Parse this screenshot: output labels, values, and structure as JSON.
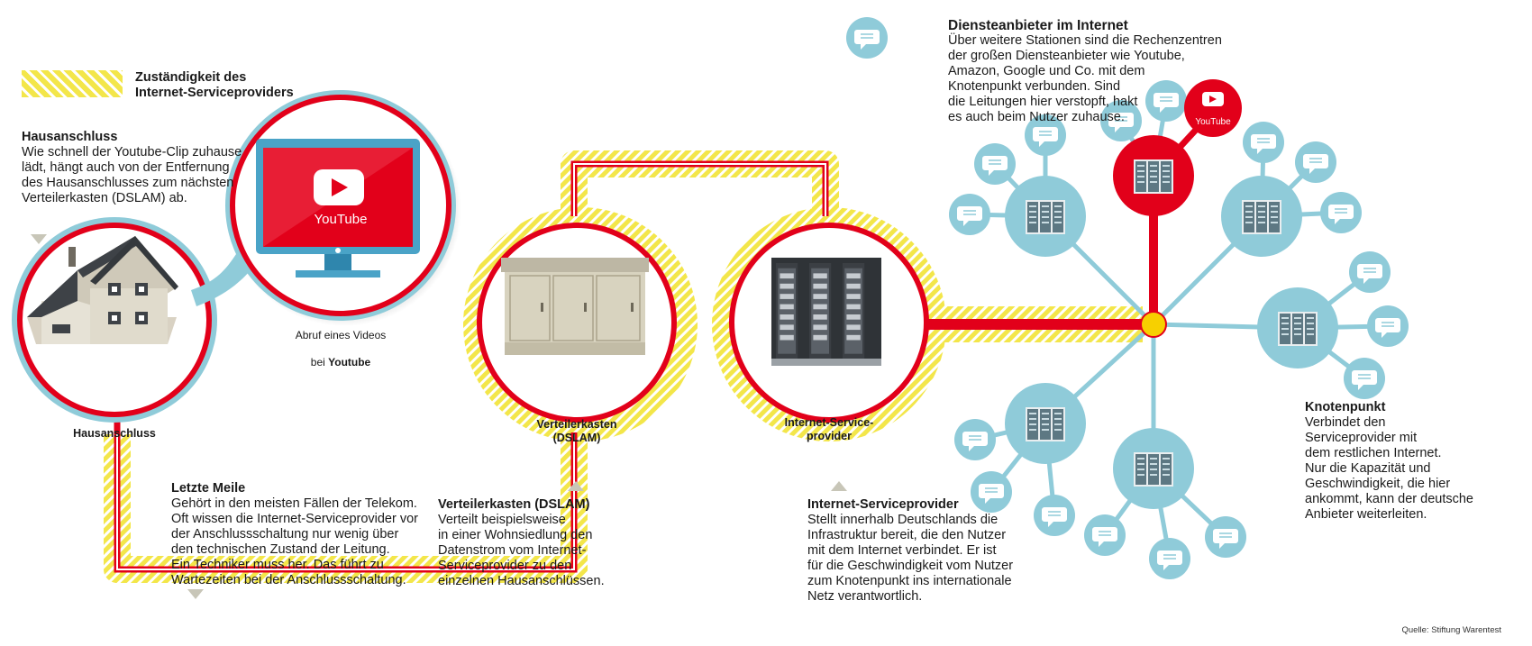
{
  "legend": {
    "label": "Zuständigkeit des\nInternet-Serviceproviders",
    "swatch_color": "#f3e64a"
  },
  "colors": {
    "red": "#e2001a",
    "yellow": "#f3e64a",
    "light_blue": "#8fcbd9",
    "node_yellow": "#f7d000",
    "arrow_gray": "#c8c6b8"
  },
  "hausanschluss": {
    "heading": "Hausanschluss",
    "body": "Wie schnell der Youtube-Clip zuhause\nlädt, hängt auch von der Entfernung\ndes Hausanschlusses zum nächsten\nVerteilerkasten (DSLAM) ab.",
    "circle_label": "Hausanschluss"
  },
  "video_bubble": {
    "logo_text": "YouTube",
    "caption_line1": "Abruf eines Videos",
    "caption_prefix": "bei ",
    "caption_bold": "Youtube"
  },
  "letzte_meile": {
    "heading": "Letzte Meile",
    "body": "Gehört in den meisten Fällen der Telekom.\nOft wissen die Internet-Serviceprovider vor\nder Anschlussschaltung nur wenig über\nden technischen Zustand der Leitung.\nEin Techniker muss her. Das führt zu\nWartezeiten bei der Anschlussschaltung."
  },
  "verteilerkasten": {
    "heading": "Verteilerkasten (DSLAM)",
    "body": "Verteilt beispielsweise\nin einer Wohnsiedlung den\nDatenstrom vom Internet-\nServiceprovider zu den\neinzelnen Hausanschlüssen.",
    "circle_label": "Verteilerkasten\n(DSLAM)"
  },
  "isp": {
    "heading": "Internet-Serviceprovider",
    "body": "Stellt innerhalb Deutschlands die\nInfrastruktur bereit, die den Nutzer\nmit dem Internet verbindet. Er ist\nfür die Geschwindigkeit vom Nutzer\nzum Knotenpunkt ins internationale\nNetz verantwortlich.",
    "circle_label": "Internet-Service-\nprovider"
  },
  "dienste": {
    "heading": "Diensteanbieter im Internet",
    "body": "Über weitere Stationen sind die Rechenzentren\nder großen Diensteanbieter wie Youtube,\nAmazon, Google und Co. mit dem\nKnotenpunkt verbunden. Sind\ndie Leitungen hier verstopft, hakt\nes auch beim Nutzer zuhause.",
    "youtube_badge": "YouTube"
  },
  "knotenpunkt": {
    "heading": "Knotenpunkt",
    "body": "Verbindet den\nServiceprovider mit\ndem restlichen Internet.\nNur die Kapazität und\nGeschwindigkeit, die hier\nankommt, kann der deutsche\nAnbieter weiterleiten."
  },
  "source": "Quelle: Stiftung Warentest"
}
